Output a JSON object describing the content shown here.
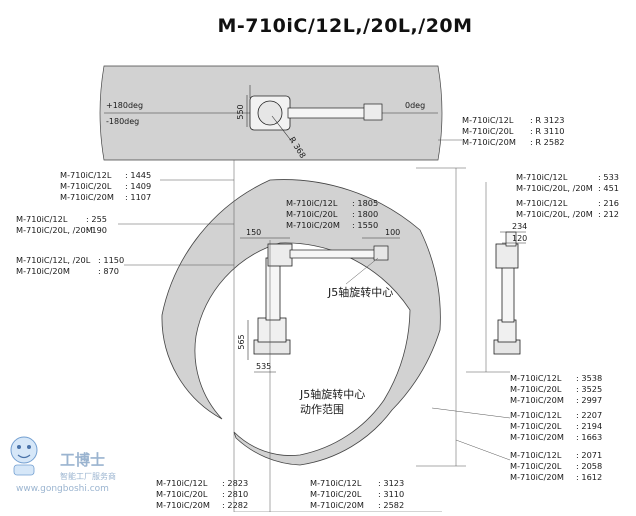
{
  "title": "M-710iC/12L,/20L,/20M",
  "top_view": {
    "angle_left_top": "+180deg",
    "angle_left_bottom": "-180deg",
    "angle_right": "0deg",
    "dim_550": "550",
    "dim_r368": "R 368",
    "radius_rows": [
      {
        "model": "M-710iC/12L",
        "value": ": R 3123"
      },
      {
        "model": "M-710iC/20L",
        "value": ": R 3110"
      },
      {
        "model": "M-710iC/20M",
        "value": ": R 2582"
      }
    ]
  },
  "left_labels": {
    "group1": [
      {
        "model": "M-710iC/12L",
        "value": ": 1445"
      },
      {
        "model": "M-710iC/20L",
        "value": ": 1409"
      },
      {
        "model": "M-710iC/20M",
        "value": ": 1107"
      }
    ],
    "group2": [
      {
        "model": "M-710iC/12L",
        "value": ": 255"
      },
      {
        "model": "M-710iC/20L, /20M",
        "value": ": 190"
      }
    ],
    "group3": [
      {
        "model": "M-710iC/12L, /20L",
        "value": ": 1150"
      },
      {
        "model": "M-710iC/20M",
        "value": ": 870"
      }
    ]
  },
  "center_labels": {
    "arm_rows": [
      {
        "model": "M-710iC/12L",
        "value": ": 1805"
      },
      {
        "model": "M-710iC/20L",
        "value": ": 1800"
      },
      {
        "model": "M-710iC/20M",
        "value": ": 1550"
      }
    ],
    "dim_150": "150",
    "dim_100": "100",
    "dim_565": "565",
    "dim_535": "535",
    "j5_center": "J5轴旋转中心",
    "j5_range_line1": "J5轴旋转中心",
    "j5_range_line2": "动作范围"
  },
  "right_labels": {
    "group_a": [
      {
        "model": "M-710iC/12L",
        "value": ": 533"
      },
      {
        "model": "M-710iC/20L, /20M",
        "value": ": 451"
      }
    ],
    "group_b": [
      {
        "model": "M-710iC/12L",
        "value": ": 216"
      },
      {
        "model": "M-710iC/20L, /20M",
        "value": ": 212"
      }
    ],
    "dim_234": "234",
    "dim_120": "120",
    "group_c": [
      {
        "model": "M-710iC/12L",
        "value": ": 3538"
      },
      {
        "model": "M-710iC/20L",
        "value": ": 3525"
      },
      {
        "model": "M-710iC/20M",
        "value": ": 2997"
      }
    ],
    "group_d": [
      {
        "model": "M-710iC/12L",
        "value": ": 2207"
      },
      {
        "model": "M-710iC/20L",
        "value": ": 2194"
      },
      {
        "model": "M-710iC/20M",
        "value": ": 1663"
      }
    ],
    "group_e": [
      {
        "model": "M-710iC/12L",
        "value": ": 2071"
      },
      {
        "model": "M-710iC/20L",
        "value": ": 2058"
      },
      {
        "model": "M-710iC/20M",
        "value": ": 1612"
      }
    ]
  },
  "bottom_labels": {
    "left": [
      {
        "model": "M-710iC/12L",
        "value": ": 2823"
      },
      {
        "model": "M-710iC/20L",
        "value": ": 2810"
      },
      {
        "model": "M-710iC/20M",
        "value": ": 2282"
      }
    ],
    "right": [
      {
        "model": "M-710iC/12L",
        "value": ": 3123"
      },
      {
        "model": "M-710iC/20L",
        "value": ": 3110"
      },
      {
        "model": "M-710iC/20M",
        "value": ": 2582"
      }
    ]
  },
  "watermark": {
    "name": "工博士",
    "sub": "智能工厂服务商",
    "url": "www.gongboshi.com"
  },
  "colors": {
    "range_fill": "#d2d2d2",
    "line": "#333333"
  }
}
